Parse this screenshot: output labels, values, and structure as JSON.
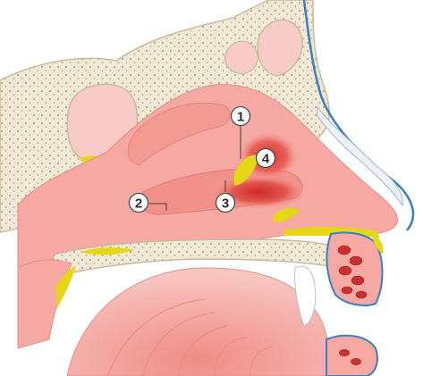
{
  "figure": {
    "callouts": [
      {
        "label": "1"
      },
      {
        "label": "2"
      },
      {
        "label": "3"
      },
      {
        "label": "4"
      }
    ]
  },
  "colors": {
    "background": "#ffffff",
    "mucosa": "#f6a9a3",
    "mucosa_light": "#fbc8c3",
    "bone": "#f1e8d6",
    "bone_dots": "#b7a68a",
    "bone_outline": "#c9bba0",
    "fat": "#e5d617",
    "inflamed": "#d8312c",
    "skin_outline": "#3b7fc0",
    "tongue": "#f4b1ab",
    "muscle": "#c72f31",
    "callout_fill": "#ffffff",
    "callout_stroke": "#4a4a4a"
  }
}
